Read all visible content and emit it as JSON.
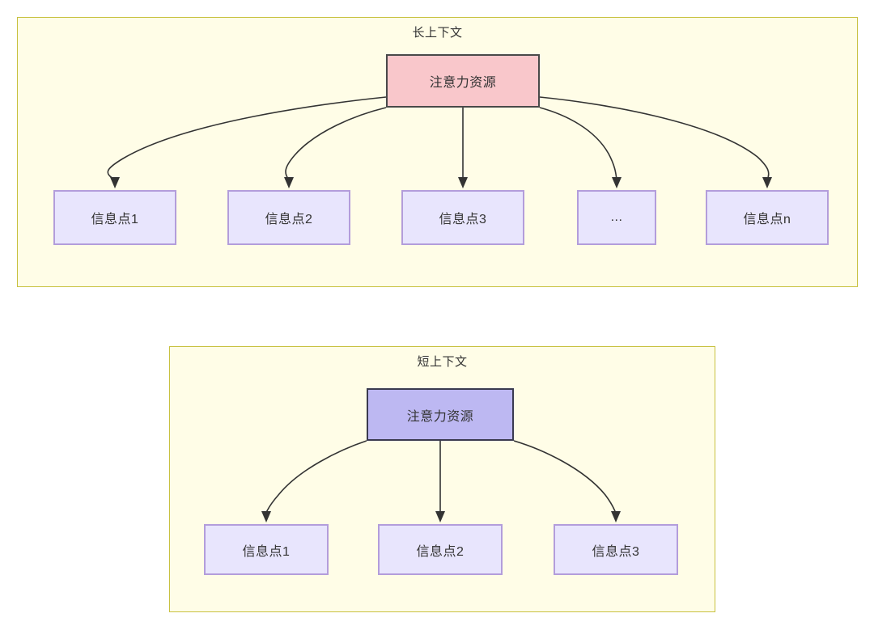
{
  "diagram": {
    "type": "flowchart",
    "background": "#ffffff",
    "groups": [
      {
        "id": "long-context",
        "title": "长上下文",
        "fill": "#fffde7",
        "stroke": "#c8c13f",
        "root": {
          "label": "注意力资源",
          "fill": "#f9c7cb",
          "stroke": "#494949"
        },
        "children": [
          {
            "label": "信息点1"
          },
          {
            "label": "信息点2"
          },
          {
            "label": "信息点3"
          },
          {
            "label": "..."
          },
          {
            "label": "信息点n"
          }
        ],
        "child_fill": "#e8e5fd",
        "child_stroke": "#b39ddb"
      },
      {
        "id": "short-context",
        "title": "短上下文",
        "fill": "#fffde7",
        "stroke": "#c8c13f",
        "root": {
          "label": "注意力资源",
          "fill": "#bdb8f2",
          "stroke": "#3a3a4f"
        },
        "children": [
          {
            "label": "信息点1"
          },
          {
            "label": "信息点2"
          },
          {
            "label": "信息点3"
          }
        ],
        "child_fill": "#e8e5fd",
        "child_stroke": "#b39ddb"
      }
    ],
    "edge_color": "#333333"
  }
}
